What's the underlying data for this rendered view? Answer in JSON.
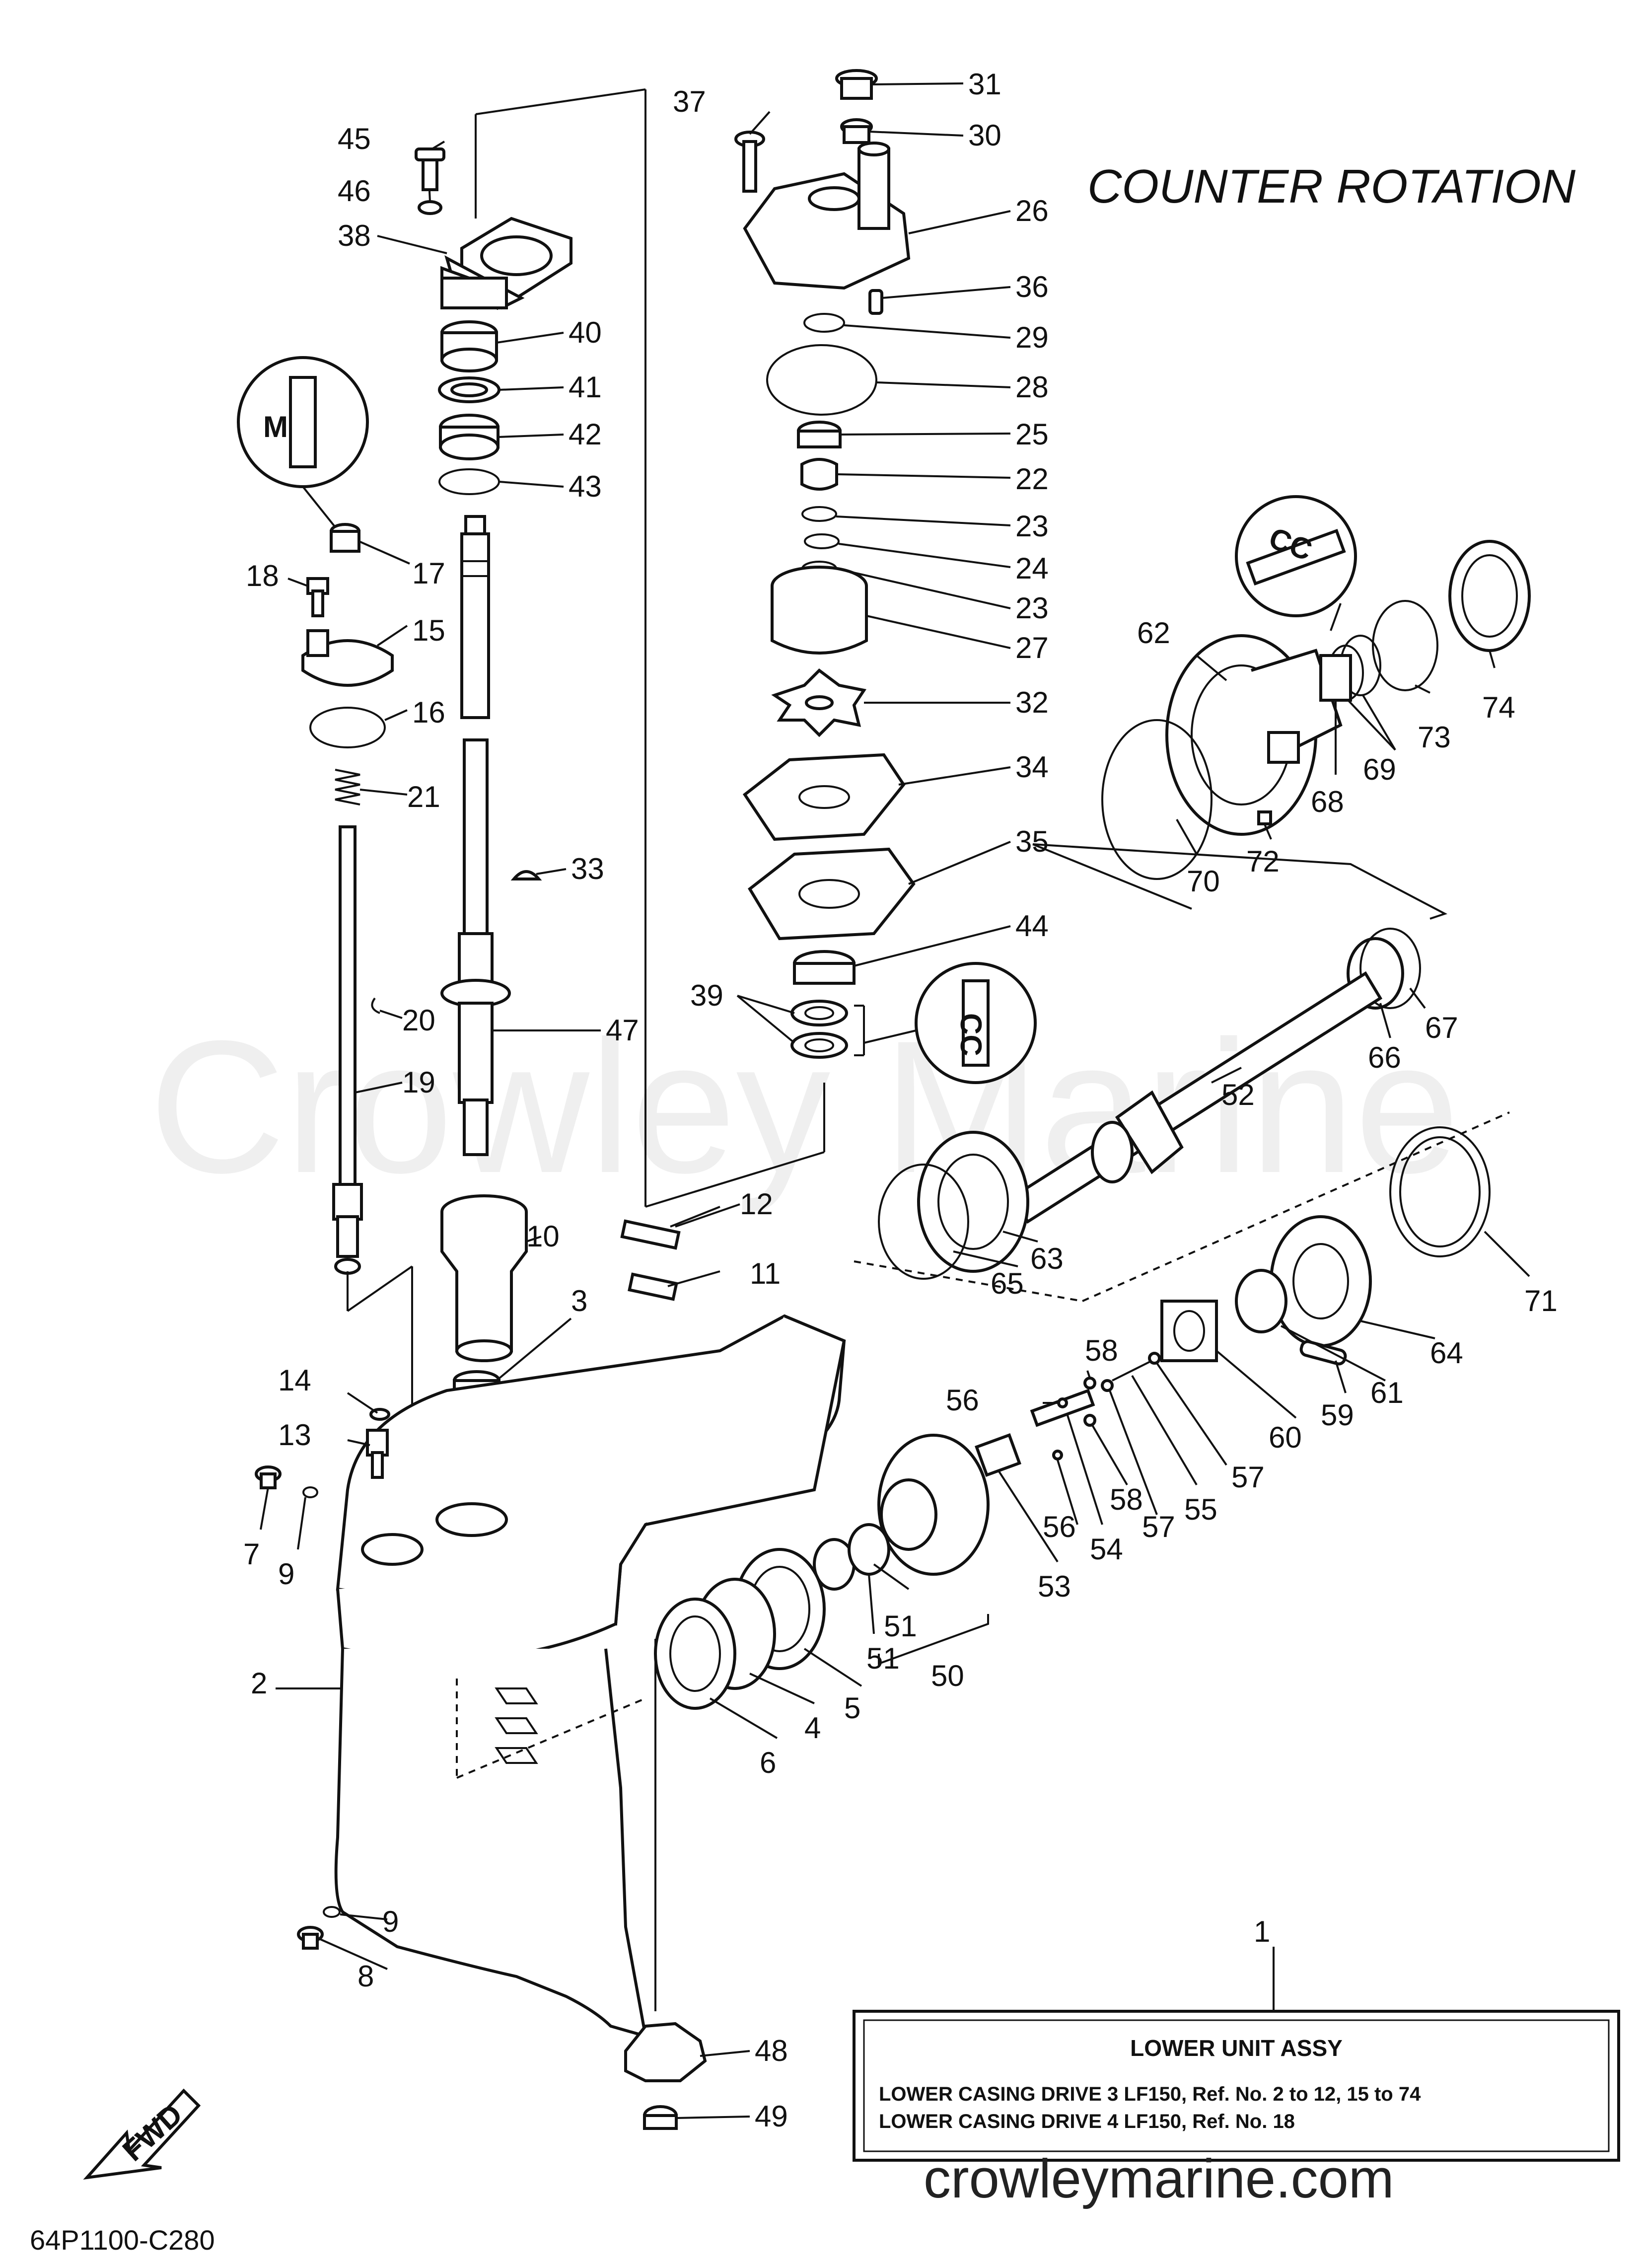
{
  "title": "COUNTER  ROTATION",
  "watermark": "Crowley Marine",
  "website": "crowleymarine.com",
  "diagram_code": "64P1100-C280",
  "fwd_label": "FWD",
  "inset_marks": [
    "M",
    "CC",
    "CC"
  ],
  "callouts": [
    {
      "id": "c1",
      "text": "1"
    },
    {
      "id": "c2",
      "text": "2"
    },
    {
      "id": "c3",
      "text": "3"
    },
    {
      "id": "c4",
      "text": "4"
    },
    {
      "id": "c5",
      "text": "5"
    },
    {
      "id": "c6",
      "text": "6"
    },
    {
      "id": "c7",
      "text": "7"
    },
    {
      "id": "c8",
      "text": "8"
    },
    {
      "id": "c9a",
      "text": "9"
    },
    {
      "id": "c9b",
      "text": "9"
    },
    {
      "id": "c10",
      "text": "10"
    },
    {
      "id": "c11",
      "text": "11"
    },
    {
      "id": "c12",
      "text": "12"
    },
    {
      "id": "c13",
      "text": "13"
    },
    {
      "id": "c14",
      "text": "14"
    },
    {
      "id": "c15",
      "text": "15"
    },
    {
      "id": "c16",
      "text": "16"
    },
    {
      "id": "c17",
      "text": "17"
    },
    {
      "id": "c18",
      "text": "18"
    },
    {
      "id": "c19",
      "text": "19"
    },
    {
      "id": "c20",
      "text": "20"
    },
    {
      "id": "c21",
      "text": "21"
    },
    {
      "id": "c22",
      "text": "22"
    },
    {
      "id": "c23a",
      "text": "23"
    },
    {
      "id": "c23b",
      "text": "23"
    },
    {
      "id": "c24",
      "text": "24"
    },
    {
      "id": "c25",
      "text": "25"
    },
    {
      "id": "c26",
      "text": "26"
    },
    {
      "id": "c27",
      "text": "27"
    },
    {
      "id": "c28",
      "text": "28"
    },
    {
      "id": "c29",
      "text": "29"
    },
    {
      "id": "c30",
      "text": "30"
    },
    {
      "id": "c31",
      "text": "31"
    },
    {
      "id": "c32",
      "text": "32"
    },
    {
      "id": "c33",
      "text": "33"
    },
    {
      "id": "c34",
      "text": "34"
    },
    {
      "id": "c35",
      "text": "35"
    },
    {
      "id": "c36",
      "text": "36"
    },
    {
      "id": "c37",
      "text": "37"
    },
    {
      "id": "c38",
      "text": "38"
    },
    {
      "id": "c39",
      "text": "39"
    },
    {
      "id": "c40",
      "text": "40"
    },
    {
      "id": "c41",
      "text": "41"
    },
    {
      "id": "c42",
      "text": "42"
    },
    {
      "id": "c43",
      "text": "43"
    },
    {
      "id": "c44",
      "text": "44"
    },
    {
      "id": "c45",
      "text": "45"
    },
    {
      "id": "c46",
      "text": "46"
    },
    {
      "id": "c47",
      "text": "47"
    },
    {
      "id": "c48",
      "text": "48"
    },
    {
      "id": "c49",
      "text": "49"
    },
    {
      "id": "c50",
      "text": "50"
    },
    {
      "id": "c51a",
      "text": "51"
    },
    {
      "id": "c51b",
      "text": "51"
    },
    {
      "id": "c52",
      "text": "52"
    },
    {
      "id": "c53",
      "text": "53"
    },
    {
      "id": "c54",
      "text": "54"
    },
    {
      "id": "c55",
      "text": "55"
    },
    {
      "id": "c56a",
      "text": "56"
    },
    {
      "id": "c56b",
      "text": "56"
    },
    {
      "id": "c57a",
      "text": "57"
    },
    {
      "id": "c57b",
      "text": "57"
    },
    {
      "id": "c58a",
      "text": "58"
    },
    {
      "id": "c58b",
      "text": "58"
    },
    {
      "id": "c59",
      "text": "59"
    },
    {
      "id": "c60",
      "text": "60"
    },
    {
      "id": "c61",
      "text": "61"
    },
    {
      "id": "c62",
      "text": "62"
    },
    {
      "id": "c63",
      "text": "63"
    },
    {
      "id": "c64",
      "text": "64"
    },
    {
      "id": "c65",
      "text": "65"
    },
    {
      "id": "c66",
      "text": "66"
    },
    {
      "id": "c67",
      "text": "67"
    },
    {
      "id": "c68",
      "text": "68"
    },
    {
      "id": "c69",
      "text": "69"
    },
    {
      "id": "c70",
      "text": "70"
    },
    {
      "id": "c71",
      "text": "71"
    },
    {
      "id": "c72",
      "text": "72"
    },
    {
      "id": "c73",
      "text": "73"
    },
    {
      "id": "c74",
      "text": "74"
    }
  ],
  "assy_box": {
    "heading": "LOWER  UNIT  ASSY",
    "line1": "LOWER CASING DRIVE 3 LF150, Ref. No. 2 to 12, 15 to 74",
    "line2": "LOWER CASING DRIVE 4 LF150, Ref. No. 18"
  }
}
